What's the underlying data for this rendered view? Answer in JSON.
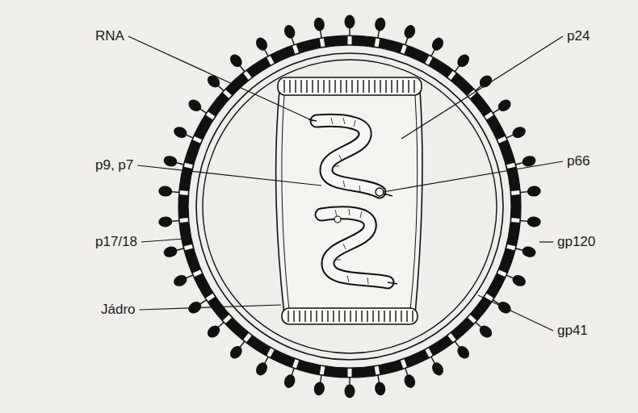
{
  "diagram": {
    "labels": [
      "RNA",
      "p24",
      "p9, p7",
      "p66",
      "p17/18",
      "gp120",
      "Jádro",
      "gp41"
    ]
  }
}
